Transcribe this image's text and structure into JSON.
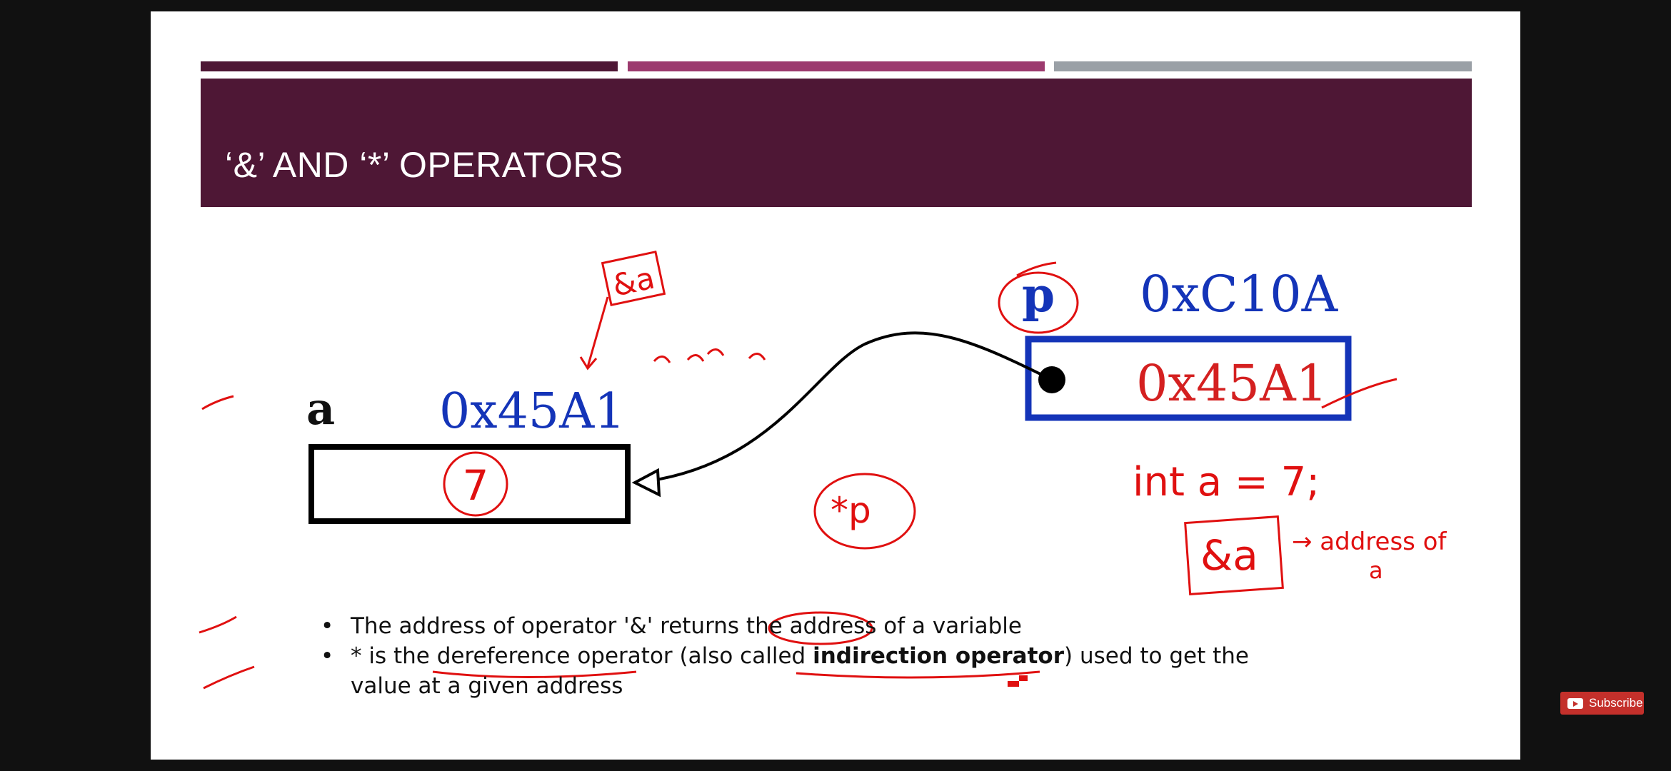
{
  "slide": {
    "title": "‘&’ AND ‘*’ OPERATORS",
    "accent_colors": [
      "#4e1735",
      "#9c3a6e",
      "#9aa0a6"
    ]
  },
  "diagram": {
    "var_label": "a",
    "var_address": "0x45A1",
    "var_value": "7",
    "ptr_label": "p",
    "ptr_address": "0xC10A",
    "ptr_value": "0x45A1",
    "annotations": {
      "addr_of_a": "&a",
      "deref": "*p",
      "declaration": "int a = 7;",
      "addr_box": "&a",
      "arrow_note_1": "→ address of",
      "arrow_note_2": "a"
    }
  },
  "bullets": {
    "b1": "The address of operator '&' returns the address of a variable",
    "b2_a": "* is the dereference operator (also called ",
    "b2_bold": "indirection operator",
    "b2_b": ") used to get the value at a given address"
  },
  "overlay": {
    "subscribe_label": "Subscribe"
  },
  "colors": {
    "ink_blue": "#1434b8",
    "ink_red": "#d42020",
    "pen": "#e01010"
  }
}
